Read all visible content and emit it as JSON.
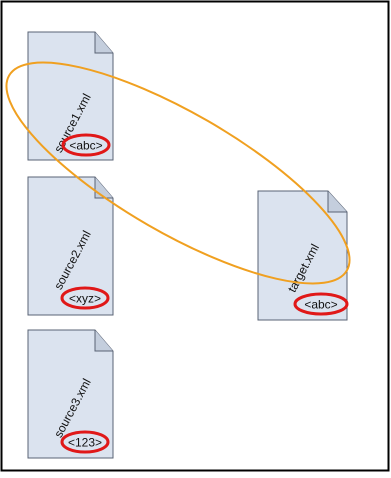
{
  "files": [
    {
      "name": "source1.xml",
      "tag": "<abc>",
      "role": "source"
    },
    {
      "name": "source2.xml",
      "tag": "<xyz>",
      "role": "source"
    },
    {
      "name": "source3.xml",
      "tag": "<123>",
      "role": "source"
    },
    {
      "name": "target.xml",
      "tag": "<abc>",
      "role": "target"
    }
  ],
  "colors": {
    "frame": "#000000",
    "page_fill": "#dbe3ef",
    "page_stroke": "#5a6374",
    "tag_circle": "#e01818",
    "link_ellipse": "#f0a020"
  }
}
